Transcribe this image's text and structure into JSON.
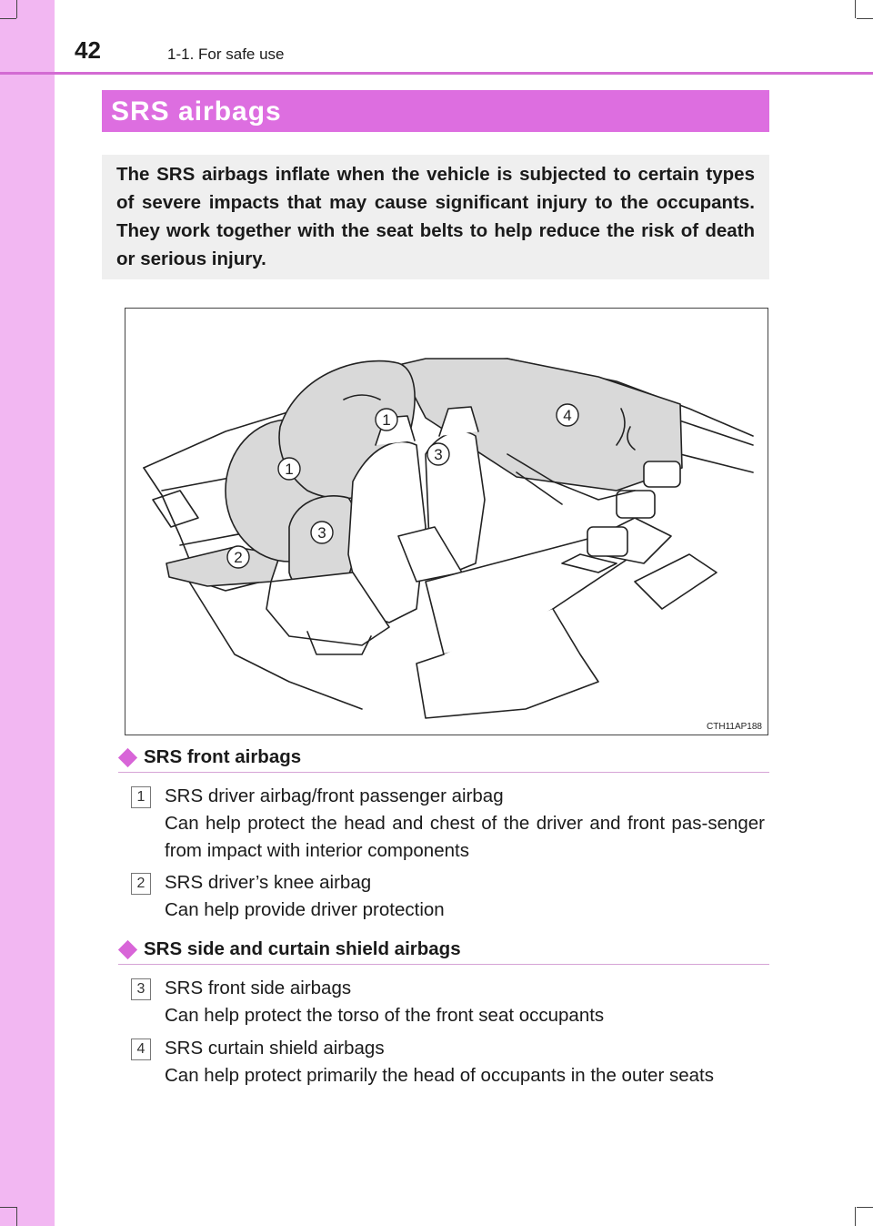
{
  "header": {
    "page_number": "42",
    "section": "1-1. For safe use"
  },
  "title": "SRS airbags",
  "intro": "The SRS airbags inflate when the vehicle is subjected to certain types of severe impacts that may cause significant injury to the occupants. They work together with the seat belts to help reduce the risk of death or serious injury.",
  "figure": {
    "code": "CTH11AP188",
    "callouts": [
      "1",
      "1",
      "2",
      "3",
      "3",
      "4"
    ]
  },
  "sections": [
    {
      "heading": "SRS front airbags",
      "items": [
        {
          "num": "1",
          "title": "SRS driver airbag/front passenger airbag",
          "desc": "Can help protect the head and chest of the driver and front pas-senger from impact with interior components"
        },
        {
          "num": "2",
          "title": "SRS driver’s knee airbag",
          "desc": "Can help provide driver protection"
        }
      ]
    },
    {
      "heading": "SRS side and curtain shield airbags",
      "items": [
        {
          "num": "3",
          "title": "SRS front side airbags",
          "desc": "Can help protect the torso of the front seat occupants"
        },
        {
          "num": "4",
          "title": "SRS curtain shield airbags",
          "desc": "Can help protect primarily the head of occupants in the outer seats"
        }
      ]
    }
  ],
  "colors": {
    "accent": "#dd6ee0",
    "side_strip": "#f2b7f2",
    "intro_bg": "#efefef"
  }
}
